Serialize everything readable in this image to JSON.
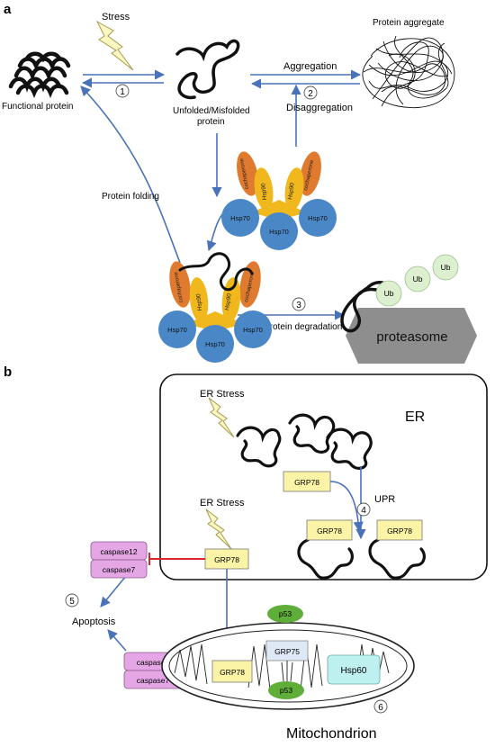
{
  "panel_a": {
    "label": "a",
    "stress": "Stress",
    "functional_protein": "Functional protein",
    "unfolded_line1": "Unfolded/Misfolded",
    "unfolded_line2": "protein",
    "protein_aggregate": "Protein aggregate",
    "aggregation": "Aggregation",
    "disaggregation": "Disaggregation",
    "protein_folding": "Protein folding",
    "protein_degradation": "Protein degradation",
    "proteasome": "proteasome",
    "ub": "Ub",
    "step_1": "1",
    "step_2": "2",
    "step_3": "3",
    "cochaperone": "cochaperone",
    "hsp90": "Hsp90",
    "hsp70": "Hsp70"
  },
  "panel_b": {
    "label": "b",
    "er_stress": "ER Stress",
    "er": "ER",
    "grp78": "GRP78",
    "upr": "UPR",
    "step_4": "4",
    "step_5": "5",
    "step_6": "6",
    "caspase12": "caspase12",
    "caspase7": "caspase7",
    "caspase3": "caspase3",
    "apoptosis": "Apoptosis",
    "p53": "p53",
    "grp75": "GRP75",
    "hsp60": "Hsp60",
    "mitochondrion": "Mitochondrion"
  },
  "colors": {
    "arrow": "#4a72b8",
    "hsp70": "#4a87c6",
    "hsp90": "#f0b81c",
    "cochaperone": "#e07a2e",
    "ub": "#dcefcf",
    "proteasome": "#8e8e8e",
    "grp78": "#fbf3a6",
    "caspase": "#e5a6e6",
    "p53": "#5fae3a",
    "grp75": "#dfe9f6",
    "hsp60": "#bff0f0",
    "inhibit": "#d9282c"
  }
}
